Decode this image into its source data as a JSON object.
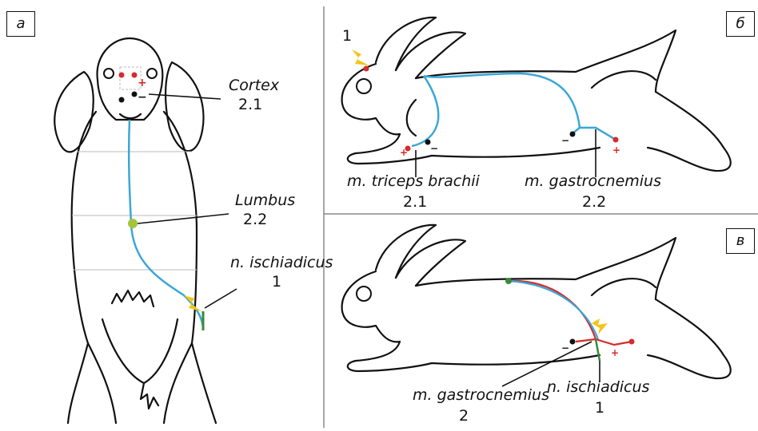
{
  "panels": {
    "a": {
      "label": "а",
      "annotations": [
        {
          "name": "Cortex",
          "number": "2.1"
        },
        {
          "name": "Lumbus",
          "number": "2.2"
        },
        {
          "name": "n. ischiadicus",
          "number": "1"
        }
      ]
    },
    "b": {
      "label": "б",
      "stimulus_number": "1",
      "annotations": [
        {
          "name": "m. triceps brachii",
          "number": "2.1"
        },
        {
          "name": "m. gastrocnemius",
          "number": "2.2"
        }
      ]
    },
    "c": {
      "label": "в",
      "annotations": [
        {
          "name": "m. gastrocnemius",
          "number": "2"
        },
        {
          "name": "n. ischiadicus",
          "number": "1"
        }
      ]
    }
  },
  "symbols": {
    "plus": "+",
    "minus": "−"
  },
  "colors": {
    "nerve": "#3aa7d6",
    "stimulus": "#f5c518",
    "electrode_positive": "#d62b2b",
    "electrode_negative": "#111111",
    "lumbus_marker": "#a6c43a",
    "sciatic_nerve": "#3a8a3a",
    "divider": "#888888"
  }
}
